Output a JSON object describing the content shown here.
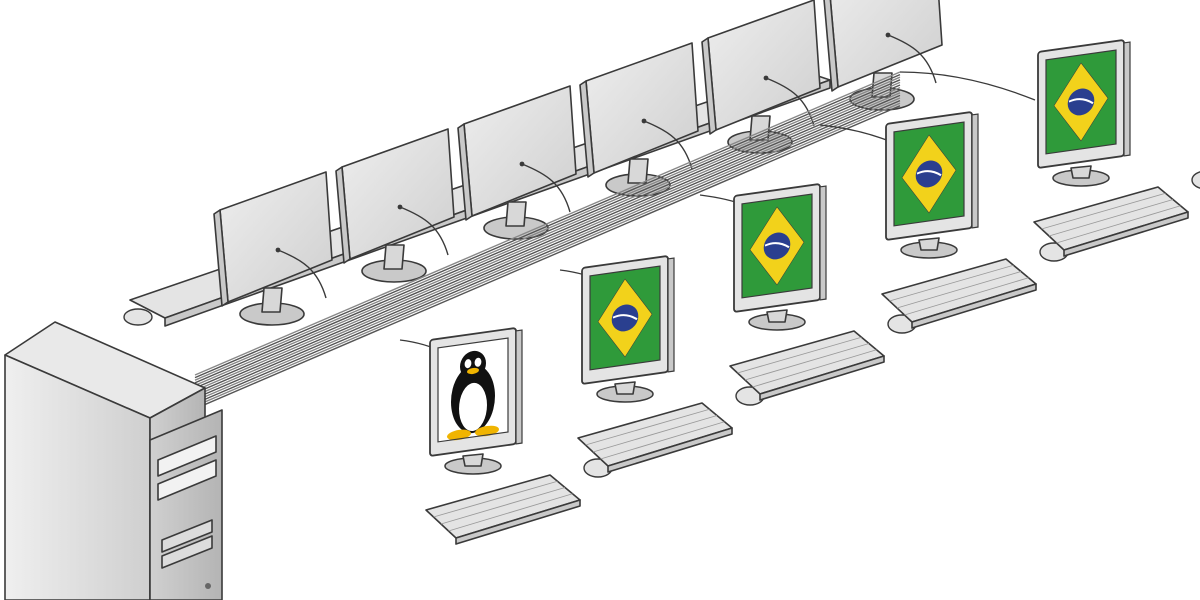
{
  "diagram": {
    "server": {
      "icon": "server-tower-icon"
    },
    "cable_bundle": {
      "icon": "network-cable-bundle-icon"
    },
    "back_row": {
      "count": 6,
      "screen_state": "turned-away",
      "icon": "monitor-back-icon"
    },
    "front_row": {
      "workstations": [
        {
          "screen": "linux-penguin",
          "icon": "tux-penguin-icon"
        },
        {
          "screen": "brazil-flag",
          "icon": "brazil-flag-icon"
        },
        {
          "screen": "brazil-flag",
          "icon": "brazil-flag-icon"
        },
        {
          "screen": "brazil-flag",
          "icon": "brazil-flag-icon"
        },
        {
          "screen": "brazil-flag",
          "icon": "brazil-flag-icon"
        }
      ]
    },
    "colors": {
      "outline": "#3a3a3a",
      "equipment_fill": "#e4e4e4",
      "equipment_shade": "#c9c9c9",
      "flag_green": "#2f9a3a",
      "flag_yellow": "#f2d21b",
      "flag_blue": "#2a3f8f",
      "tux_black": "#111111",
      "tux_yellow": "#f0b400"
    }
  }
}
